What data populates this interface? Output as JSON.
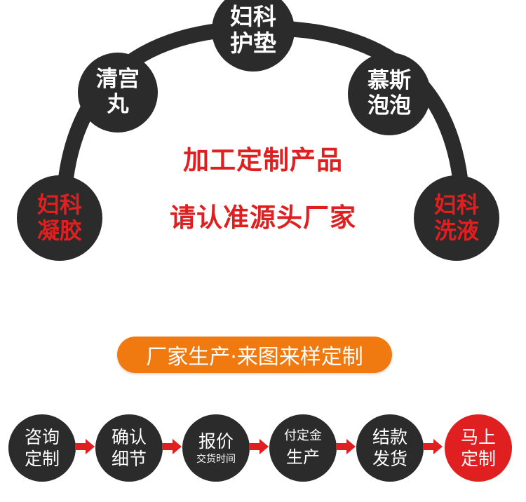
{
  "colors": {
    "dark": "#2b2b2b",
    "red": "#e02020",
    "orange": "#f07a10",
    "white": "#ffffff"
  },
  "arc_nodes": [
    {
      "line1": "妇科",
      "line2": "护垫",
      "text_color": "#ffffff"
    },
    {
      "line1": "清宫",
      "line2": "丸",
      "text_color": "#ffffff"
    },
    {
      "line1": "慕斯",
      "line2": "泡泡",
      "text_color": "#ffffff"
    },
    {
      "line1": "妇科",
      "line2": "凝胶",
      "text_color": "#e02020"
    },
    {
      "line1": "妇科",
      "line2": "洗液",
      "text_color": "#e02020"
    }
  ],
  "headline": {
    "line1": "加工定制产品",
    "line2": "请认准源头厂家"
  },
  "banner": {
    "text": "厂家生产·来图来样定制"
  },
  "process_steps": [
    {
      "line1": "咨询",
      "line2": "定制"
    },
    {
      "line1": "确认",
      "line2": "细节"
    },
    {
      "line1": "报价",
      "line2": "交货时间"
    },
    {
      "line1": "付定金",
      "line2": "生产"
    },
    {
      "line1": "结款",
      "line2": "发货"
    },
    {
      "line1": "马上",
      "line2": "定制"
    }
  ],
  "arrow_icon": "right-arrow-icon"
}
